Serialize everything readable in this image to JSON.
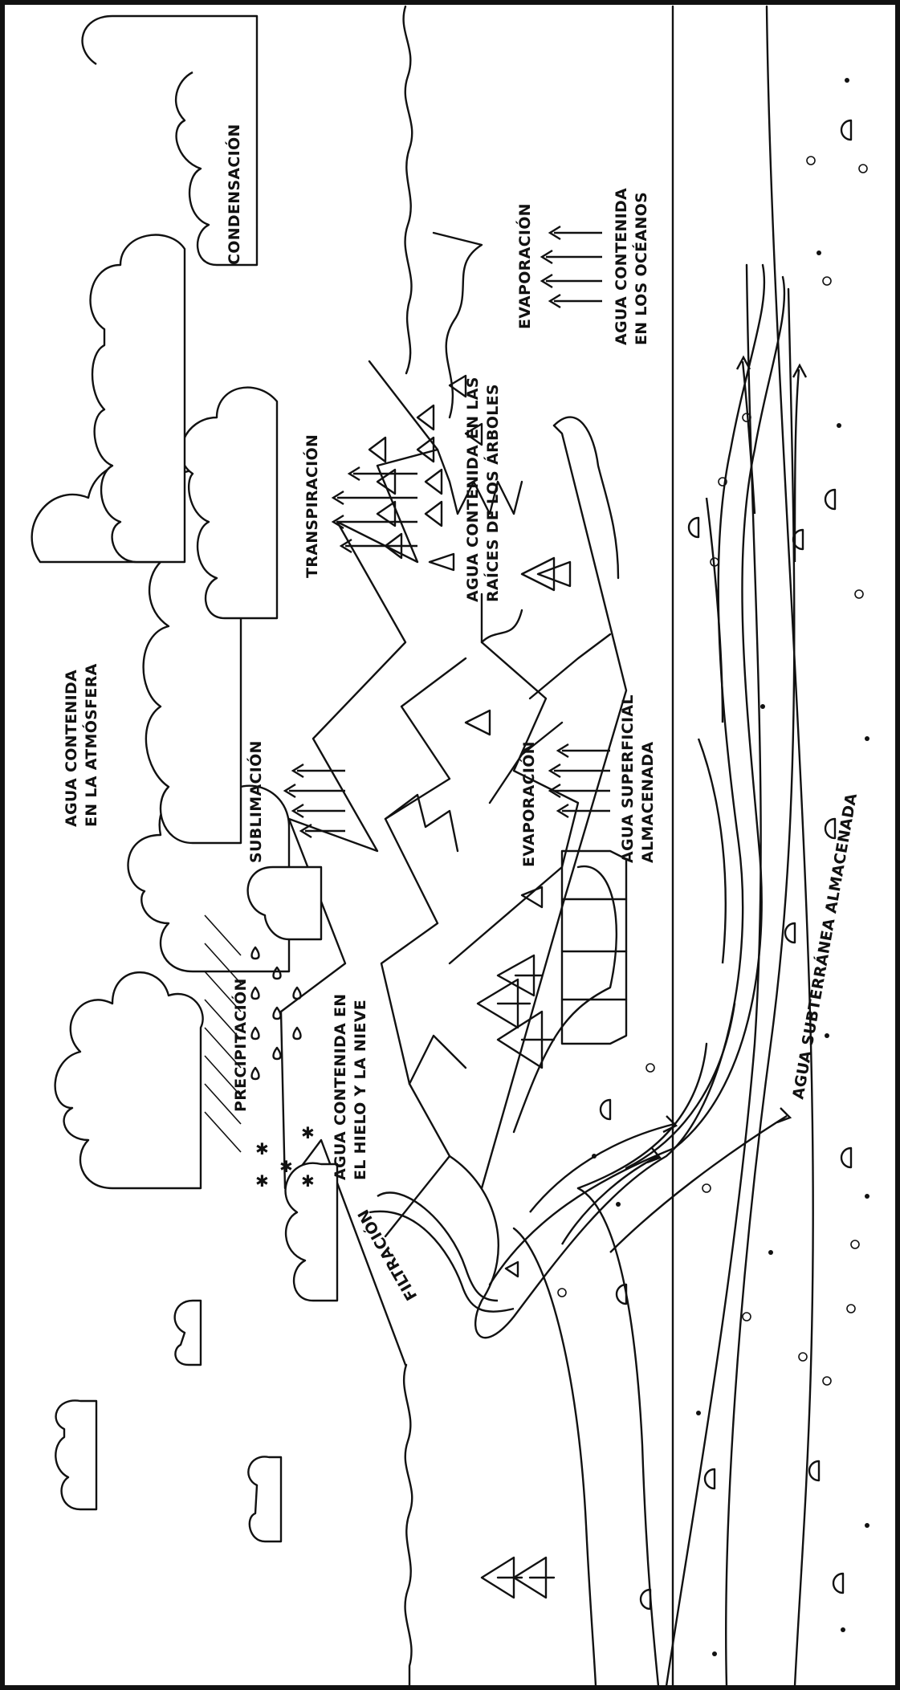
{
  "title": "",
  "colors": {
    "ink": "#111111",
    "paper": "#ffffff"
  },
  "labels": {
    "condensacion": "CONDENSACIÓN",
    "agua_atmosfera_1": "AGUA CONTENIDA",
    "agua_atmosfera_2": "EN LA ATMÓSFERA",
    "evaporacion_oceano": "EVAPORACIÓN",
    "agua_oceanos_1": "AGUA CONTENIDA",
    "agua_oceanos_2": "EN LOS OCÉANOS",
    "transpiracion": "TRANSPIRACIÓN",
    "agua_arboles_1": "AGUA CONTENIDA EN LAS",
    "agua_arboles_2": "RAÍCES DE LOS ÁRBOLES",
    "sublimacion": "SUBLIMACIÓN",
    "evaporacion_superficial": "EVAPORACIÓN",
    "agua_superficial_1": "AGUA SUPERFICIAL",
    "agua_superficial_2": "ALMACENADA",
    "precipitacion": "PRECIPITACIÓN",
    "agua_hielo_1": "AGUA CONTENIDA EN",
    "agua_hielo_2": "EL HIELO Y LA NIEVE",
    "agua_subterranea": "AGUA SUBTERRÁNEA ALMACENADA",
    "filtracion": "FILTRACIÓN"
  }
}
